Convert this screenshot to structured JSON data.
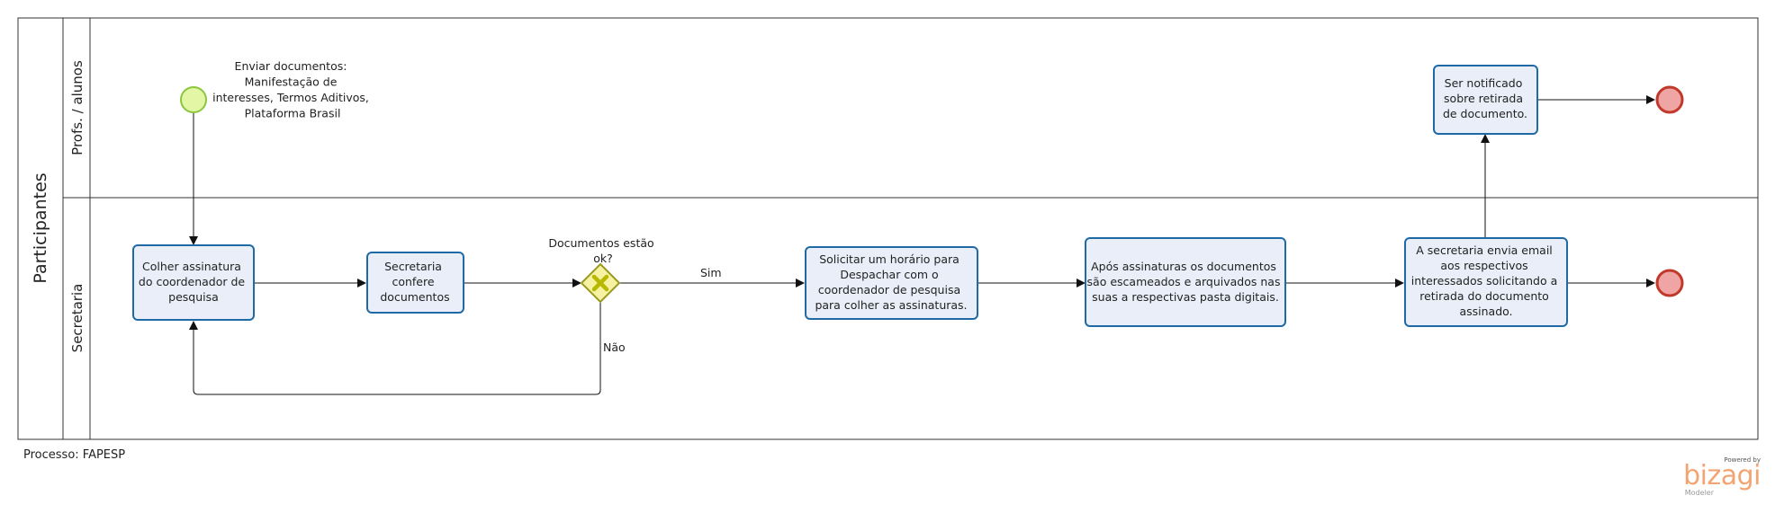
{
  "pool": {
    "label": "Participantes"
  },
  "lanes": [
    {
      "id": "profs",
      "label": "Profs. / alunos"
    },
    {
      "id": "secretaria",
      "label": "Secretaria"
    }
  ],
  "annotation": {
    "lines": [
      "Enviar documentos:",
      "Manifestação de",
      "interesses, Termos Aditivos,",
      "Plataforma Brasil"
    ]
  },
  "tasks": {
    "colher": {
      "lines": [
        "Colher assinatura",
        "do coordenador de",
        "pesquisa"
      ]
    },
    "confere": {
      "lines": [
        "Secretaria",
        "confere",
        "documentos"
      ]
    },
    "solicitar": {
      "lines": [
        "Solicitar um horário para",
        "Despachar com o",
        "coordenador de pesquisa",
        "para colher as assinaturas."
      ]
    },
    "apos": {
      "lines": [
        "Após assinaturas os documentos",
        "são escameados e arquivados nas",
        "suas a respectivas pasta digitais."
      ]
    },
    "envia": {
      "lines": [
        "A secretaria envia email",
        "aos respectivos",
        "interessados solicitando a",
        "retirada do documento",
        "assinado."
      ]
    },
    "notificado": {
      "lines": [
        "Ser notificado",
        "sobre retirada",
        "de documento."
      ]
    }
  },
  "gateway": {
    "lines": [
      "Documentos estão",
      "ok?"
    ]
  },
  "edge_labels": {
    "sim": "Sim",
    "nao": "Não"
  },
  "footer": {
    "process": "Processo: FAPESP"
  },
  "branding": {
    "powered_by": "Powered by",
    "logo": "bizagi",
    "product": "Modeler"
  },
  "colors": {
    "task_fill": "#e9eef9",
    "task_stroke": "#1f6aa5",
    "start_fill": "#e3f6a6",
    "start_stroke": "#8cc63f",
    "end_fill": "#f0a5a5",
    "end_stroke": "#c0392b",
    "gateway_fill": "#f6f2a2",
    "gateway_stroke": "#9a9a20",
    "gateway_mark": "#b8b800",
    "brand": "#f2a572"
  }
}
